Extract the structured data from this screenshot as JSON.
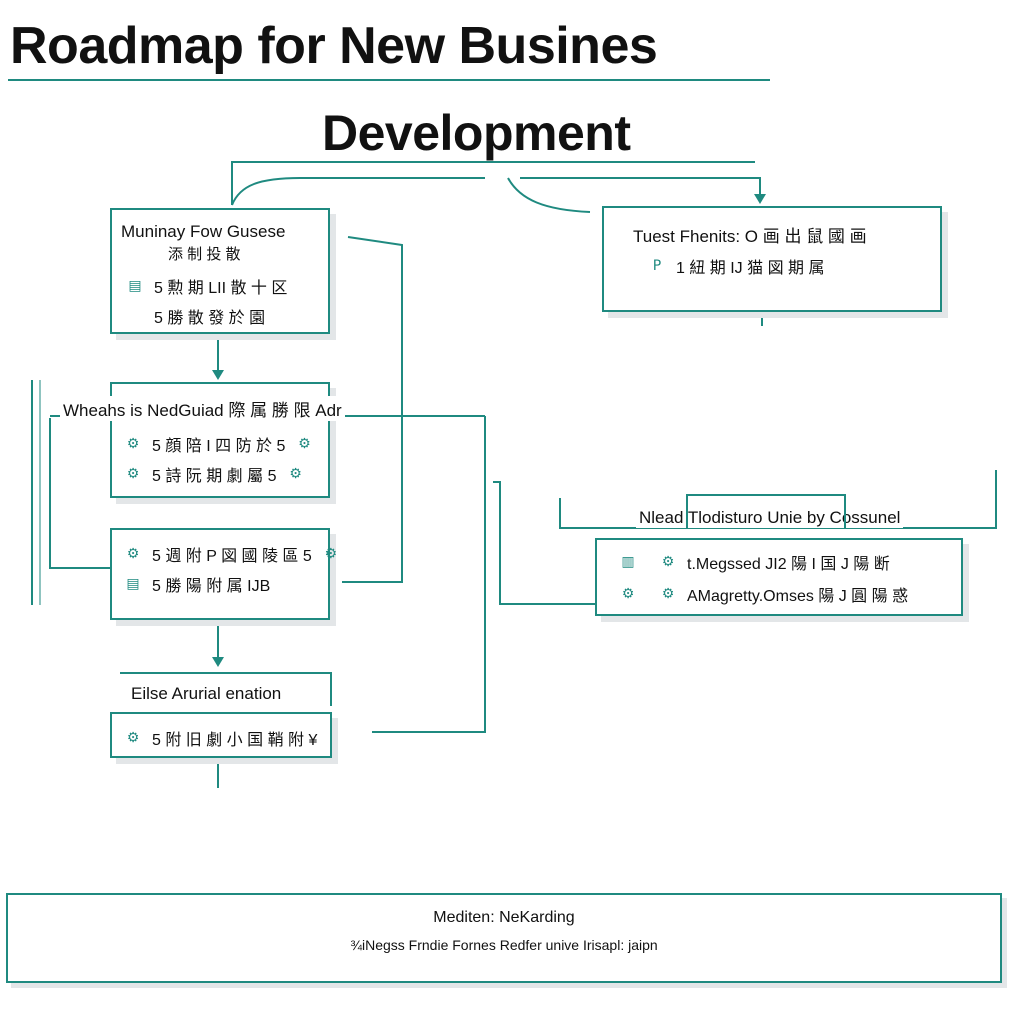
{
  "title": {
    "line1": "Roadmap for New Busines",
    "line2": "Development"
  },
  "boxes": {
    "top_left": {
      "heading": "Muninay Fow Gusese",
      "sub": "添 制 投 散",
      "rows": [
        {
          "icon": "chart-icon",
          "glyph": "▤",
          "text": "5 勲 期 LII 散 十 区"
        },
        {
          "icon": "none",
          "glyph": "",
          "text": "5 勝 散 發 於 園"
        }
      ]
    },
    "top_right": {
      "heading": "Tuest Fhenits: O 画 出 鼠 國 画",
      "rows": [
        {
          "icon": "document-icon",
          "glyph": "P",
          "text": "1 紐 期 IJ 猫 図 期 属"
        }
      ]
    },
    "mid_left": {
      "heading": "Wheahs is NedGuiad 際 属 勝 限 Adr",
      "rows": [
        {
          "icon": "gear-icon",
          "glyph": "⚙",
          "text": "5 顔 陪 I 四 防 於 5"
        },
        {
          "icon": "gear-icon",
          "glyph": "⚙",
          "text": "5 詩 阮 期 劇 屬 5"
        }
      ]
    },
    "lower_left": {
      "rows": [
        {
          "icon": "gear-icon",
          "glyph": "⚙",
          "text": "5 週 附 P 図 國 陵 區 5"
        },
        {
          "icon": "chart-icon",
          "glyph": "▤",
          "text": "5 勝 陽 附 属 IJB"
        }
      ]
    },
    "right_mid": {
      "heading": "Nlead Tlodisturo Unie by Cossunel",
      "rows": [
        {
          "icon": "document-icon",
          "glyph": "▥",
          "icon2": "gear-icon",
          "glyph2": "⚙",
          "text": "t.Megssed JI2 陽 I 国 J 陽 断"
        },
        {
          "icon": "gear-icon",
          "glyph": "⚙",
          "icon2": "gear-icon",
          "glyph2": "⚙",
          "text": "AMagretty.Omses 陽 J 圓 陽 惑"
        }
      ]
    },
    "bottom_left": {
      "heading": "Eilse Arurial enation",
      "rows": [
        {
          "icon": "gear-icon",
          "glyph": "⚙",
          "text": "5 附 旧 劇 小 国 鞘 附 ¥"
        }
      ]
    }
  },
  "footer": {
    "title": "Mediten: NeKarding",
    "text": "¾iNegss Frndie Fornes Redfer unive Irisapl: jaipn"
  },
  "colors": {
    "accent": "#1f8a80",
    "shadow": "#e3e6e8",
    "text": "#111111",
    "background": "#ffffff"
  }
}
